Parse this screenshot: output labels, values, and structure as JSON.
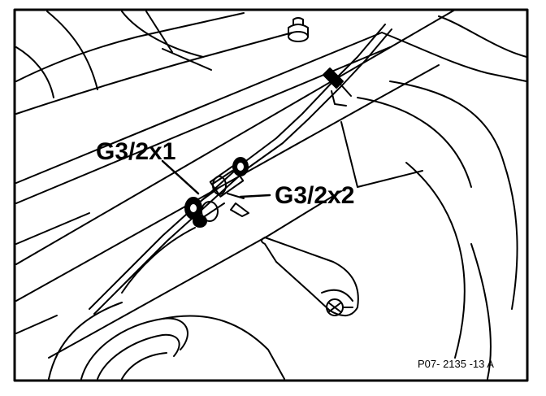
{
  "labels": {
    "connector_1": "G3/2x1",
    "connector_2": "G3/2x2"
  },
  "figure_ref": "P07- 2135 -13 A",
  "colors": {
    "line": "#000000",
    "background": "#ffffff"
  }
}
